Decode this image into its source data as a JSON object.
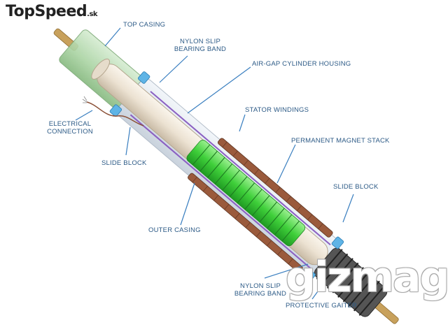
{
  "logos": {
    "topspeed": "TopSpeed",
    "topspeed_suffix": ".sk",
    "gizmag": "gizmag"
  },
  "labels": {
    "top_casing": "TOP CASING",
    "nylon_slip_top_l1": "NYLON SLIP",
    "nylon_slip_top_l2": "BEARING BAND",
    "air_gap": "AIR-GAP CYLINDER HOUSING",
    "stator": "STATOR WINDINGS",
    "magnet": "PERMANENT MAGNET STACK",
    "electrical_l1": "ELECTRICAL",
    "electrical_l2": "CONNECTION",
    "slide_block_left": "SLIDE BLOCK",
    "slide_block_right": "SLIDE BLOCK",
    "outer_casing": "OUTER CASING",
    "nylon_slip_bottom_l1": "NYLON SLIP",
    "nylon_slip_bottom_l2": "BEARING BAND",
    "gaiter": "PROTECTIVE GAITER"
  },
  "colors": {
    "label": "#2c5a86",
    "leader": "#3a7fc0",
    "top_casing": "#b9dcb4",
    "stator": "#4fd04a",
    "rod": "#efe6d8",
    "winding": "#8a4f36",
    "slide_block": "#5fb4e6",
    "outer_casing": "#dfe6ee",
    "gaiter": "#4a4a4a"
  }
}
